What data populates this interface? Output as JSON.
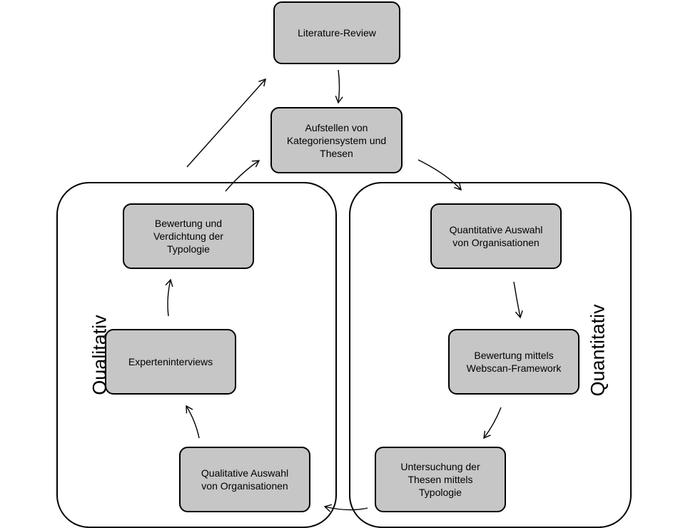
{
  "nodes": {
    "literature_review": "Literature-Review",
    "aufstellen": "Aufstellen von\nKategoriensystem und\nThesen",
    "bewertung_verdichtung": "Bewertung und\nVerdichtung der\nTypologie",
    "experteninterviews": "Experteninterviews",
    "qualitative_auswahl": "Qualitative Auswahl\nvon Organisationen",
    "quantitative_auswahl": "Quantitative Auswahl\nvon Organisationen",
    "bewertung_webscan": "Bewertung mittels\nWebscan-Framework",
    "untersuchung": "Untersuchung der\nThesen mittels\nTypologie"
  },
  "groups": {
    "qualitative_label": "Qualitativ",
    "quantitative_label": "Quantitativ"
  },
  "colors": {
    "box_fill": "#c6c6c6",
    "stroke": "#000000",
    "background": "#ffffff"
  }
}
